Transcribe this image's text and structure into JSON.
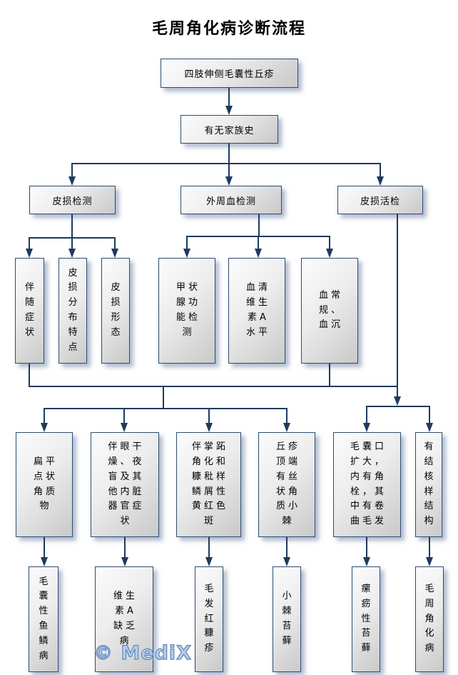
{
  "title": "毛周角化病诊断流程",
  "watermark": "© MediX",
  "colors": {
    "line": "#1f3a5f",
    "box_border": "#2d4d71",
    "box_fill_light": "#fcfcfc",
    "box_fill_dark": "#c9c9c9",
    "watermark_fill": "#b7cce9",
    "watermark_stroke": "#5d83b8"
  },
  "nodes": {
    "start": "四肢伸侧毛囊性丘疹",
    "family_history": "有无家族史",
    "skin_lesion_exam": "皮损检测",
    "peripheral_blood_exam": "外周血检测",
    "skin_biopsy": "皮损活检",
    "accompanying_symptoms": "伴\n随\n症\n状",
    "lesion_distribution": "皮\n损\n分\n布\n特\n点",
    "lesion_morphology": "皮\n损\n形\n态",
    "thyroid_function": "甲状\n腺功\n能检\n测",
    "serum_vitamin_a": "血清\n维生\n素A\n水平",
    "blood_routine_esr": "血常\n规、\n血沉",
    "flat_punctate_keratin": "扁平\n点状\n角质\n物",
    "eye_dryness_visceral": "伴眼干\n燥、夜\n盲及其\n他内脏\n器官症\n状",
    "palmoplantar_scaly_patch": "伴掌跖\n角化和\n糠秕样\n鳞屑性\n黄红色\n斑",
    "papule_filiform_spine": "丘疹\n顶端\n有丝\n状角\n质小\n棘",
    "follicle_plug_coiled_hair": "毛囊口\n扩大，\n内有角\n栓，其\n中有卷\n曲毛发",
    "tubercle_structure": "有\n结\n核\n样\n结\n构",
    "follicular_ichthyosis": "毛\n囊\n性\n鱼\n鳞\n病",
    "vitamin_a_deficiency": "维生\n素A\n缺乏\n病",
    "pityriasis_rubra_pilaris": "毛\n发\n红\n糠\n疹",
    "lichen_spinulosus": "小\n棘\n苔\n藓",
    "lichen_scrofulosorum": "瘰\n疬\n性\n苔\n藓",
    "keratosis_pilaris": "毛\n周\n角\n化\n病"
  }
}
